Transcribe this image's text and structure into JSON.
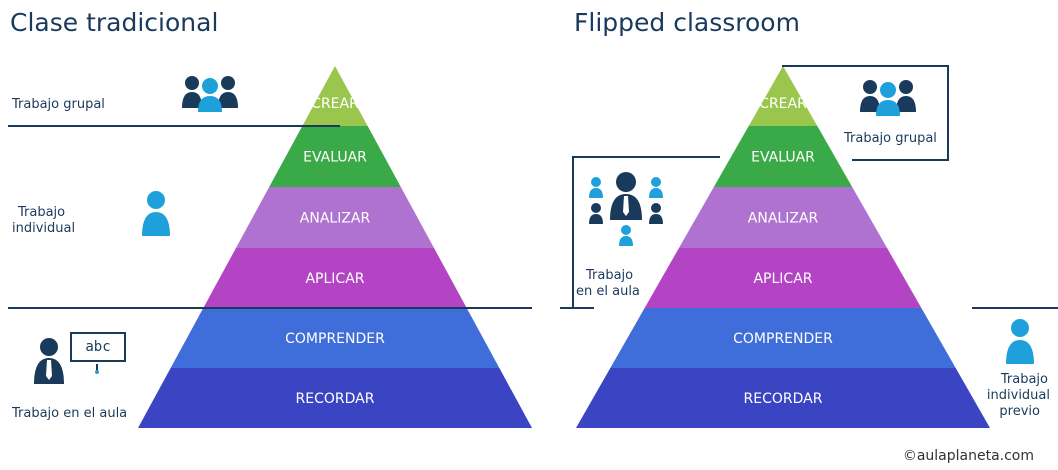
{
  "colors": {
    "navy": "#1a3a5c",
    "blue": "#3e6fc4",
    "level_colors": {
      "crear": "#9ac64e",
      "evaluar": "#3aaa48",
      "analizar": "#b072d0",
      "aplicar": "#b345c4",
      "comprender": "#3f6dd9",
      "recordar": "#3b44c2"
    },
    "person_dark": "#1a3a5c",
    "person_light": "#1ea1da"
  },
  "left": {
    "title": "Clase tradicional",
    "labels": {
      "grupal": "Trabajo grupal",
      "individual_1": "Trabajo",
      "individual_2": "individual",
      "aula": "Trabajo en el aula"
    },
    "board_text": "abc",
    "levels": [
      "CREAR",
      "EVALUAR",
      "ANALIZAR",
      "APLICAR",
      "COMPRENDER",
      "RECORDAR"
    ]
  },
  "right": {
    "title": "Flipped classroom",
    "labels": {
      "grupal": "Trabajo grupal",
      "aula_1": "Trabajo",
      "aula_2": "en el aula",
      "previo_1": "Trabajo",
      "previo_2": "individual",
      "previo_3": "previo"
    },
    "levels": [
      "CREAR",
      "EVALUAR",
      "ANALIZAR",
      "APLICAR",
      "COMPRENDER",
      "RECORDAR"
    ]
  },
  "credit": "©aulaplaneta.com",
  "icons": [
    "group-icon",
    "person-icon",
    "teacher-icon",
    "classroom-icon"
  ]
}
